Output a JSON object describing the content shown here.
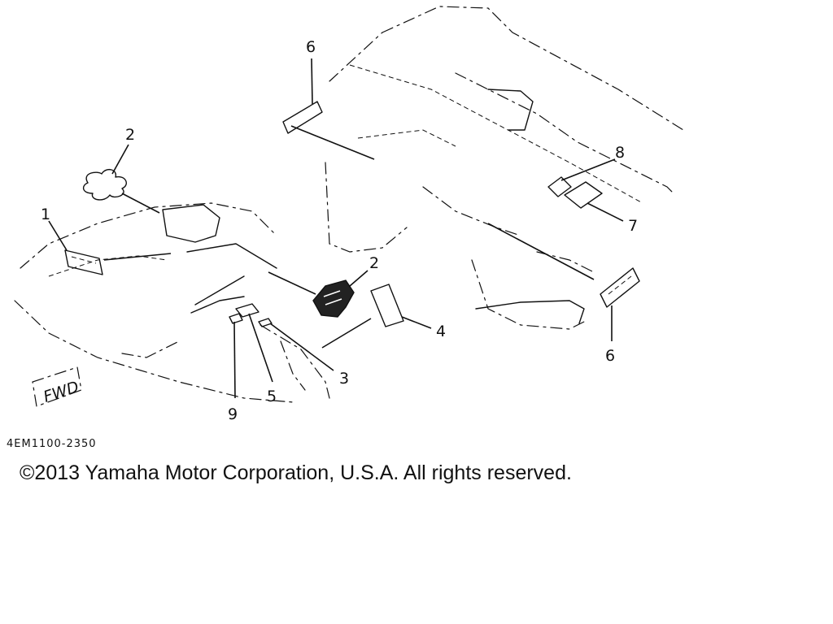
{
  "diagram": {
    "callouts": [
      {
        "id": "c1",
        "label": "1"
      },
      {
        "id": "c2a",
        "label": "2"
      },
      {
        "id": "c2b",
        "label": "2"
      },
      {
        "id": "c3",
        "label": "3"
      },
      {
        "id": "c4",
        "label": "4"
      },
      {
        "id": "c5",
        "label": "5"
      },
      {
        "id": "c6a",
        "label": "6"
      },
      {
        "id": "c6b",
        "label": "6"
      },
      {
        "id": "c7",
        "label": "7"
      },
      {
        "id": "c8",
        "label": "8"
      },
      {
        "id": "c9",
        "label": "9"
      }
    ],
    "fwd_marker": "FWD"
  },
  "footer": {
    "part_code": "4EM1100-2350",
    "copyright": "©2013 Yamaha Motor Corporation, U.S.A. All rights reserved."
  }
}
